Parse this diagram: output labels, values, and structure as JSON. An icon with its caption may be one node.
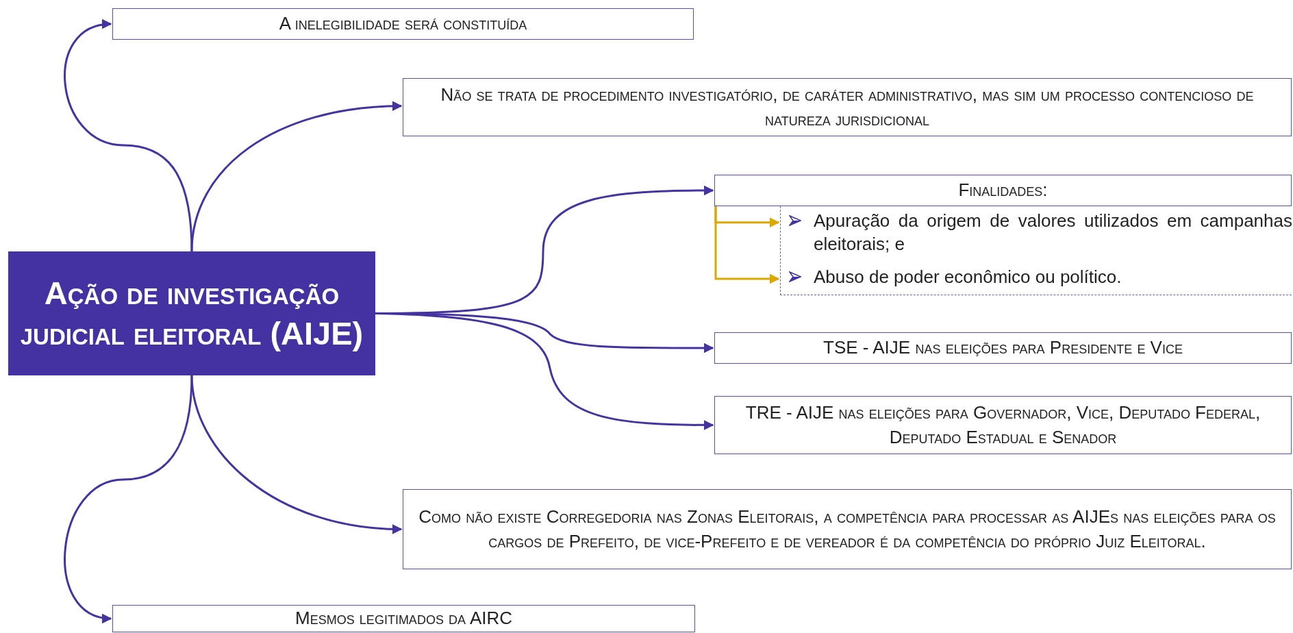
{
  "diagram": {
    "nodes": [
      {
        "text": [
          "Ação de investigação judicial eleitoral (AIJE)"
        ]
      },
      {
        "text": [
          "A inelegibilidade  será constituída"
        ]
      },
      {
        "text": [
          "Não se trata de procedimento investigatório, de caráter administrativo, mas sim um processo contencioso de natureza jurisdicional"
        ]
      },
      {
        "text": [
          "Finalidades:"
        ]
      },
      {
        "text": [],
        "shape": "box"
      },
      {
        "text": [
          "Apuração da origem de valores utilizados em campanhas eleitorais; e"
        ],
        "in": 4
      },
      {
        "text": [
          "Abuso de poder econômico ou político."
        ],
        "in": 4
      },
      {
        "text": [
          "TSE - AIJE nas eleições para Presidente e Vice"
        ]
      },
      {
        "text": [
          "TRE - AIJE nas eleições para Governador, Vice, Deputado Federal, Deputado Estadual e Senador"
        ]
      },
      {
        "text": [
          "Como não existe Corregedoria nas Zonas Eleitorais, a competência para processar as AIJEs nas eleições para os cargos de Prefeito, de vice-Prefeito e de vereador é da competência do próprio Juiz Eleitoral."
        ]
      },
      {
        "text": [
          "Mesmos legitimados da AIRC"
        ]
      }
    ],
    "edges": [
      {
        "from": 0,
        "to": 1,
        "arrow": "to"
      },
      {
        "from": 0,
        "to": 2,
        "arrow": "to"
      },
      {
        "from": 0,
        "to": 3,
        "arrow": "to"
      },
      {
        "from": 0,
        "to": 7,
        "arrow": "to"
      },
      {
        "from": 0,
        "to": 8,
        "arrow": "to"
      },
      {
        "from": 0,
        "to": 9,
        "arrow": "to"
      },
      {
        "from": 0,
        "to": 10,
        "arrow": "to"
      },
      {
        "from": 3,
        "to": 5,
        "arrow": "to",
        "color": "#dca800"
      },
      {
        "from": 3,
        "to": 6,
        "arrow": "to",
        "color": "#dca800"
      }
    ]
  }
}
